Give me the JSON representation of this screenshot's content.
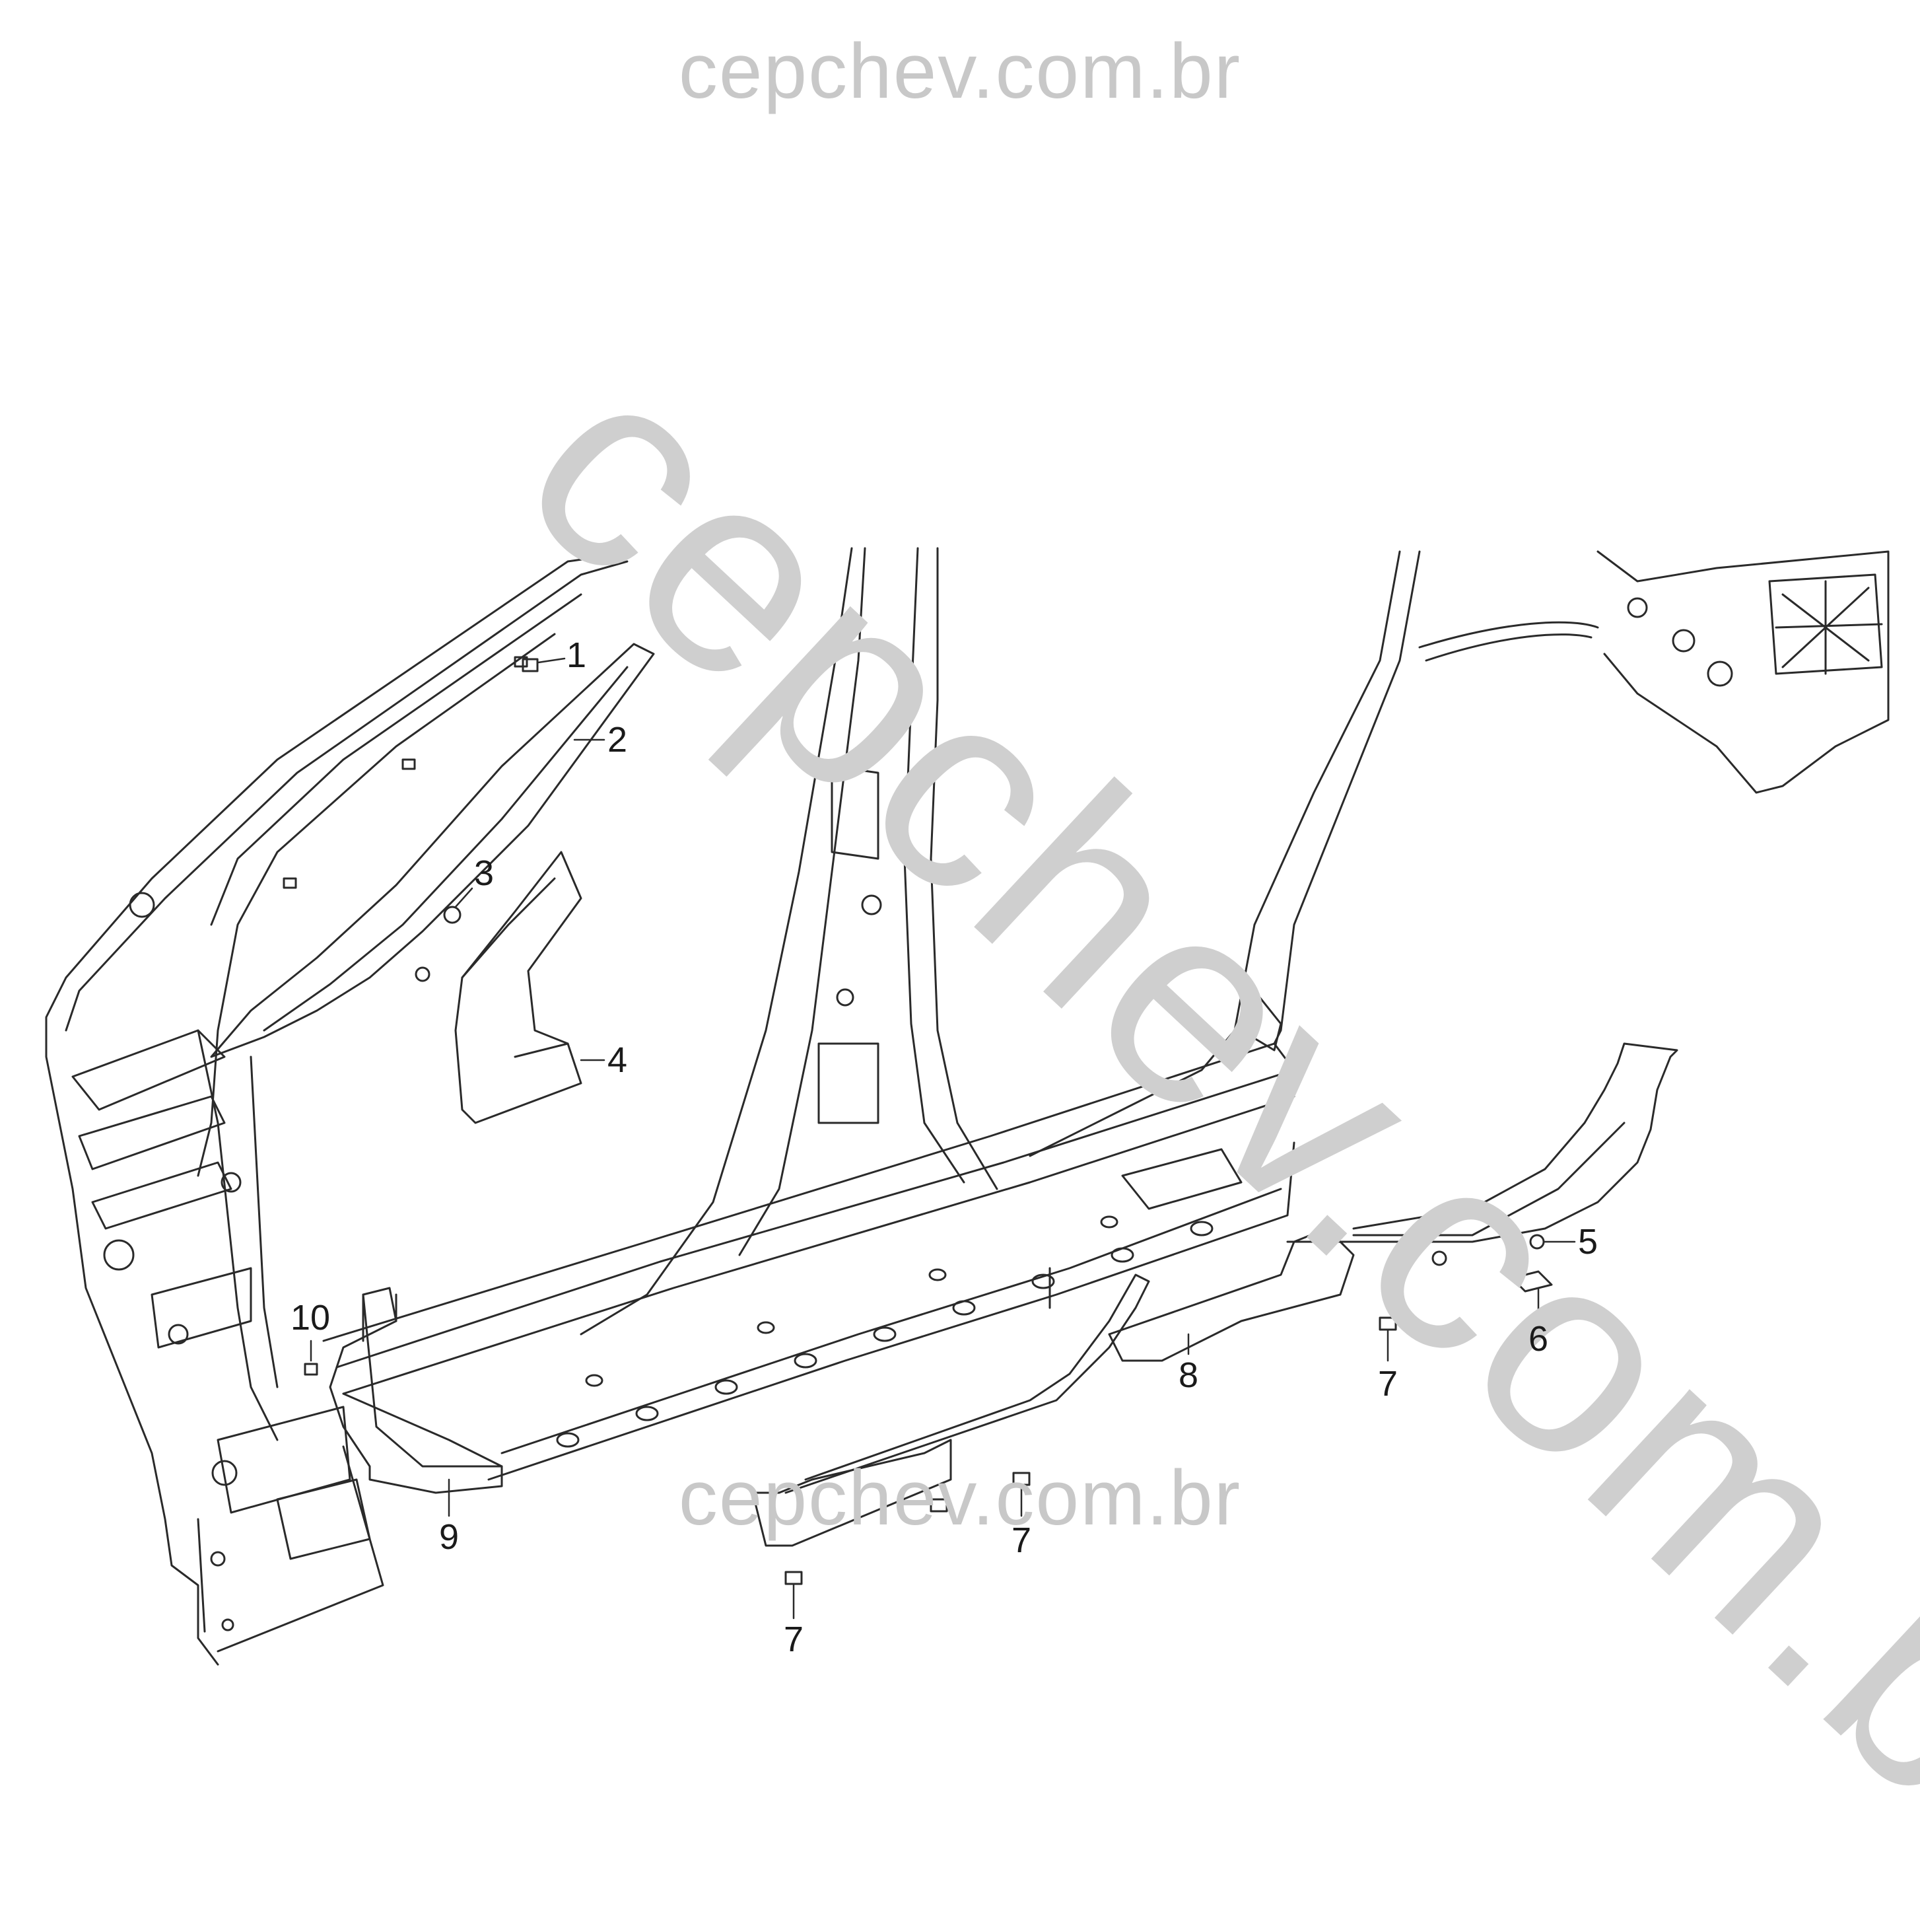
{
  "watermark": {
    "top": "cepchev.com.br",
    "diagonal": "cepchev.com.br",
    "bottom": "cepchev.com.br"
  },
  "callouts": {
    "c1": "1",
    "c2": "2",
    "c3": "3",
    "c4": "4",
    "c5": "5",
    "c6": "6",
    "c7a": "7",
    "c7b": "7",
    "c7c": "7",
    "c8": "8",
    "c9": "9",
    "c10": "10"
  },
  "colors": {
    "line": "#2a2a2a",
    "watermark": "#c8c8c8",
    "background": "#ffffff"
  }
}
